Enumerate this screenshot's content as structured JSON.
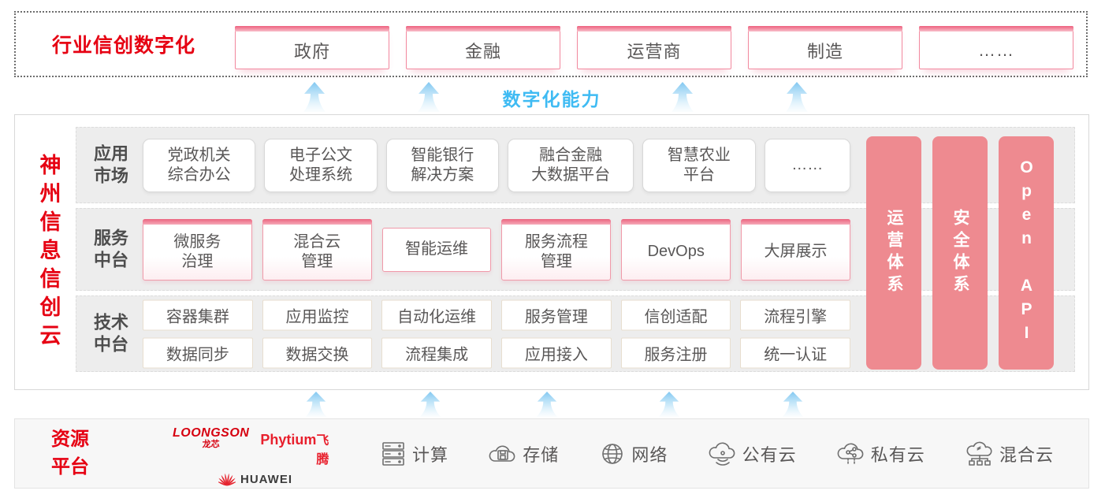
{
  "banner": {
    "title": "行业信创数字化",
    "industries": [
      "政府",
      "金融",
      "运营商",
      "制造",
      "……"
    ]
  },
  "capability": {
    "label": "数字化能力"
  },
  "platform": {
    "title": "神州信息信创云",
    "app_row": {
      "label": "应用\n市场",
      "items": [
        "党政机关\n综合办公",
        "电子公文\n处理系统",
        "智能银行\n解决方案",
        "融合金融\n大数据平台",
        "智慧农业\n平台",
        "……"
      ]
    },
    "service_row": {
      "label": "服务\n中台",
      "items": [
        "微服务\n治理",
        "混合云\n管理",
        "智能运维",
        "服务流程\n管理",
        "DevOps",
        "大屏展示"
      ]
    },
    "tech_row": {
      "label": "技术\n中台",
      "row1": [
        "容器集群",
        "应用监控",
        "自动化运维",
        "服务管理",
        "信创适配",
        "流程引擎"
      ],
      "row2": [
        "数据同步",
        "数据交换",
        "流程集成",
        "应用接入",
        "服务注册",
        "统一认证"
      ]
    },
    "side_bars": [
      "运营体系",
      "安全体系",
      "Open API"
    ]
  },
  "resources": {
    "title": "资源\n平台",
    "vendors": {
      "loongson": "LOONGSON",
      "loongson_sub": "龙芯",
      "phytium": "Phytium",
      "phytium_sub": "飞腾",
      "huawei": "HUAWEI"
    },
    "items": [
      {
        "icon": "compute-icon",
        "label": "计算"
      },
      {
        "icon": "storage-icon",
        "label": "存储"
      },
      {
        "icon": "network-icon",
        "label": "网络"
      },
      {
        "icon": "public-cloud-icon",
        "label": "公有云"
      },
      {
        "icon": "private-cloud-icon",
        "label": "私有云"
      },
      {
        "icon": "hybrid-cloud-icon",
        "label": "混合云"
      }
    ]
  },
  "colors": {
    "accent_red": "#e60012",
    "pink_bar": "#ee8a90",
    "capability_blue": "#3fbbf3"
  }
}
